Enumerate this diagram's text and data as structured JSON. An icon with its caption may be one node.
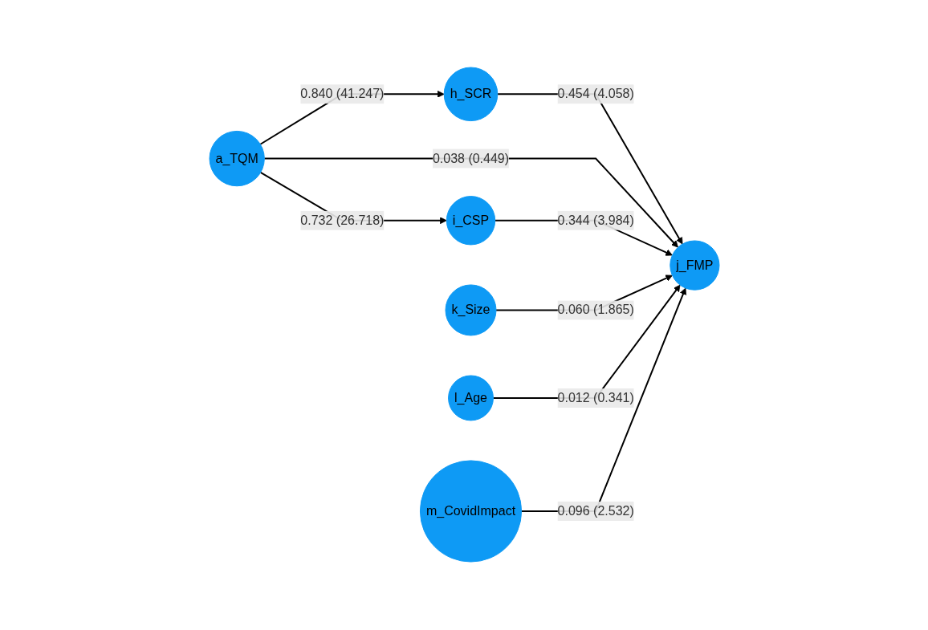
{
  "diagram": {
    "nodes": [
      {
        "text": [
          "a_TQM"
        ]
      },
      {
        "text": [
          "h_SCR"
        ]
      },
      {
        "text": [
          "i_CSP"
        ]
      },
      {
        "text": [
          "j_FMP"
        ]
      },
      {
        "text": [
          "k_Size"
        ]
      },
      {
        "text": [
          "l_Age"
        ]
      },
      {
        "text": [
          "m_CovidImpact"
        ]
      }
    ],
    "edges": [
      {
        "from": 0,
        "to": 1,
        "arrow": "to",
        "label": "0.840 (41.247)"
      },
      {
        "from": 1,
        "to": 3,
        "arrow": "to",
        "label": "0.454 (4.058)"
      },
      {
        "from": 0,
        "to": 3,
        "arrow": "to",
        "label": "0.038 (0.449)"
      },
      {
        "from": 0,
        "to": 2,
        "arrow": "to",
        "label": "0.732 (26.718)"
      },
      {
        "from": 2,
        "to": 3,
        "arrow": "to",
        "label": "0.344 (3.984)"
      },
      {
        "from": 4,
        "to": 3,
        "arrow": "to",
        "label": "0.060 (1.865)"
      },
      {
        "from": 5,
        "to": 3,
        "arrow": "to",
        "label": "0.012 (0.341)"
      },
      {
        "from": 6,
        "to": 3,
        "arrow": "to",
        "label": "0.096 (2.532)"
      }
    ]
  }
}
